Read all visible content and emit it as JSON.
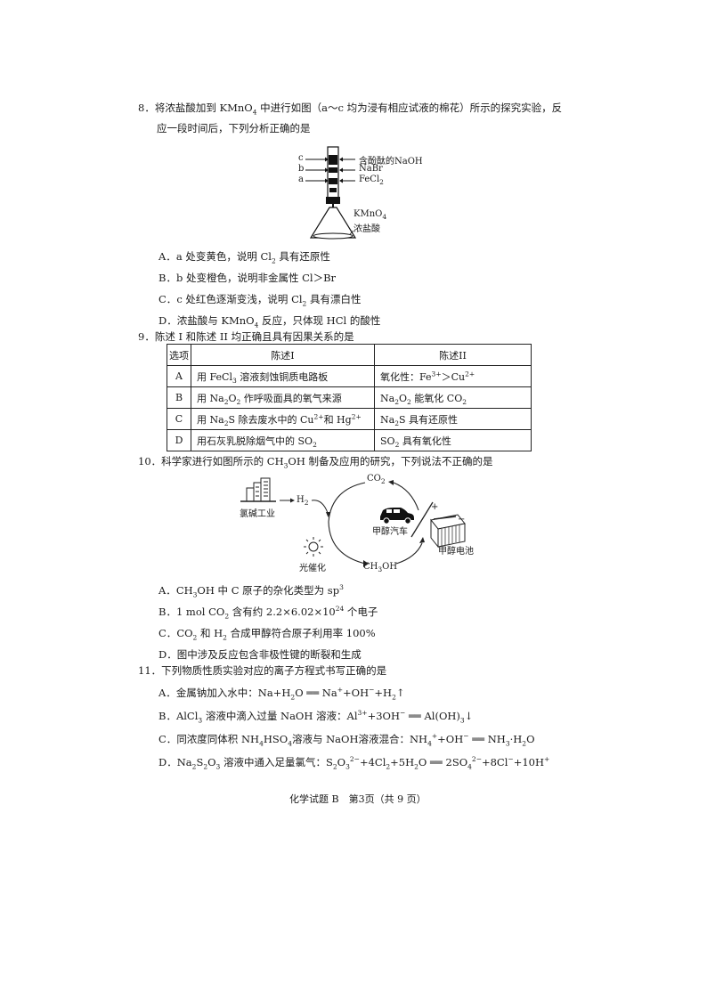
{
  "q8": {
    "number": "8．",
    "line1_a": "将浓盐酸加到 KMnO",
    "line1_sub": "4",
    "line1_b": " 中进行如图（a～c 均为浸有相应试液的棉花）所示的探究实验，反",
    "line2": "应一段时间后，下列分析正确的是",
    "figure": {
      "left_labels": [
        "c",
        "b",
        "a"
      ],
      "right_labels": {
        "c": "含酚酞的NaOH",
        "b": "NaBr",
        "a_pre": "FeCl",
        "a_sub": "2"
      },
      "flask_label_1_pre": "KMnO",
      "flask_label_1_sub": "4",
      "flask_label_2": "浓盐酸"
    },
    "options": {
      "A": {
        "letter": "A．",
        "pre": "a 处变黄色，说明 Cl",
        "sub": "2",
        "post": " 具有还原性"
      },
      "B": {
        "letter": "B．",
        "text": "b 处变橙色，说明非金属性 Cl＞Br"
      },
      "C": {
        "letter": "C．",
        "pre": "c 处红色逐渐变浅，说明 Cl",
        "sub": "2",
        "post": " 具有漂白性"
      },
      "D": {
        "letter": "D．",
        "pre": "浓盐酸与 KMnO",
        "sub": "4",
        "post": " 反应，只体现 HCl 的酸性"
      }
    }
  },
  "q9": {
    "number": "9．",
    "stem": "陈述 I 和陈述 II 均正确且具有因果关系的是",
    "table": {
      "headers": [
        "选项",
        "陈述I",
        "陈述II"
      ],
      "rows": [
        {
          "option": "A",
          "s1_pre": "用 FeCl",
          "s1_sub": "3",
          "s1_post": " 溶液刻蚀铜质电路板",
          "s2_pre": "氧化性：Fe",
          "s2_sup1": "3+",
          "s2_mid": "＞Cu",
          "s2_sup2": "2+"
        },
        {
          "option": "B",
          "s1_pre": "用 Na",
          "s1_sub": "2",
          "s1_mid": "O",
          "s1_sub2": "2",
          "s1_post": " 作呼吸面具的氧气来源",
          "s2_pre": "Na",
          "s2_sub": "2",
          "s2_mid": "O",
          "s2_sub2": "2",
          "s2_post": " 能氧化 CO",
          "s2_sub3": "2"
        },
        {
          "option": "C",
          "s1_pre": "用 Na",
          "s1_sub": "2",
          "s1_mid": "S 除去废水中的 Cu",
          "s1_sup": "2+",
          "s1_mid2": "和 Hg",
          "s1_sup2": "2+",
          "s2_pre": "Na",
          "s2_sub": "2",
          "s2_post": "S 具有还原性"
        },
        {
          "option": "D",
          "s1_pre": "用石灰乳脱除烟气中的 SO",
          "s1_sub": "2",
          "s2_pre": "SO",
          "s2_sub": "2",
          "s2_post": " 具有氧化性"
        }
      ]
    }
  },
  "q10": {
    "number": "10．",
    "stem_pre": "科学家进行如图所示的 CH",
    "stem_sub": "3",
    "stem_post": "OH 制备及应用的研究，下列说法不正确的是",
    "figure": {
      "factory_label": "氯碱工业",
      "h2_pre": "H",
      "h2_sub": "2",
      "co2_pre": "CO",
      "co2_sub": "2",
      "ch3oh_pre": "CH",
      "ch3oh_sub": "3",
      "ch3oh_post": "OH",
      "sun_label": "光催化",
      "car_label": "甲醇汽车",
      "battery_label": "甲醇电池",
      "plus": "+",
      "minus": "−"
    },
    "options": {
      "A": {
        "letter": "A．",
        "pre": "CH",
        "sub": "3",
        "mid": "OH 中 C 原子的杂化类型为 sp",
        "sup": "3"
      },
      "B": {
        "letter": "B．",
        "pre": "1 mol CO",
        "sub": "2",
        "mid": " 含有约 2.2×6.02×10",
        "sup": "24",
        "post": " 个电子"
      },
      "C": {
        "letter": "C．",
        "pre": "CO",
        "sub": "2",
        "mid": " 和 H",
        "sub2": "2",
        "post": " 合成甲醇符合原子利用率 100%"
      },
      "D": {
        "letter": "D．",
        "text": "图中涉及反应包含非极性键的断裂和生成"
      }
    }
  },
  "q11": {
    "number": "11．",
    "stem": "下列物质性质实验对应的离子方程式书写正确的是",
    "options": {
      "A": {
        "letter": "A．",
        "text_pre": "金属钠加入水中：Na+H",
        "sub1": "2",
        "text_mid": "O ══ Na",
        "sup1": "+",
        "text_mid2": "+OH",
        "sup2": "−",
        "text_mid3": "+H",
        "sub2": "2",
        "text_post": "↑"
      },
      "B": {
        "letter": "B．",
        "text_pre": "AlCl",
        "sub1": "3",
        "text_mid": " 溶液中滴入过量 NaOH 溶液：Al",
        "sup1": "3+",
        "text_mid2": "+3OH",
        "sup2": "−",
        "text_mid3": " ══ Al(OH)",
        "sub2": "3",
        "text_post": "↓"
      },
      "C": {
        "letter": "C．",
        "text_pre": "同浓度同体积 NH",
        "sub1": "4",
        "text_mid": "HSO",
        "sub2": "4",
        "text_mid2": "溶液与 NaOH溶液混合：NH",
        "sub3": "4",
        "sup1": "+",
        "text_mid3": "+OH",
        "sup2": "−",
        "text_mid4": " ══ NH",
        "sub4": "3",
        "text_post": "·H",
        "sub5": "2",
        "text_end": "O"
      },
      "D": {
        "letter": "D．",
        "text_pre": "Na",
        "sub1": "2",
        "t2": "S",
        "sub2": "2",
        "t3": "O",
        "sub3": "3",
        "t4": " 溶液中通入足量氯气：S",
        "sub4": "2",
        "t5": "O",
        "sub5": "3",
        "sup1": "2−",
        "t6": "+4Cl",
        "sub6": "2",
        "t7": "+5H",
        "sub7": "2",
        "t8": "O ══ 2SO",
        "sub8": "4",
        "sup2": "2−",
        "t9": "+8Cl",
        "sup3": "−",
        "t10": "+10H",
        "sup4": "+"
      }
    }
  },
  "footer": {
    "text": "化学试题 B　第3页（共 9 页）"
  }
}
